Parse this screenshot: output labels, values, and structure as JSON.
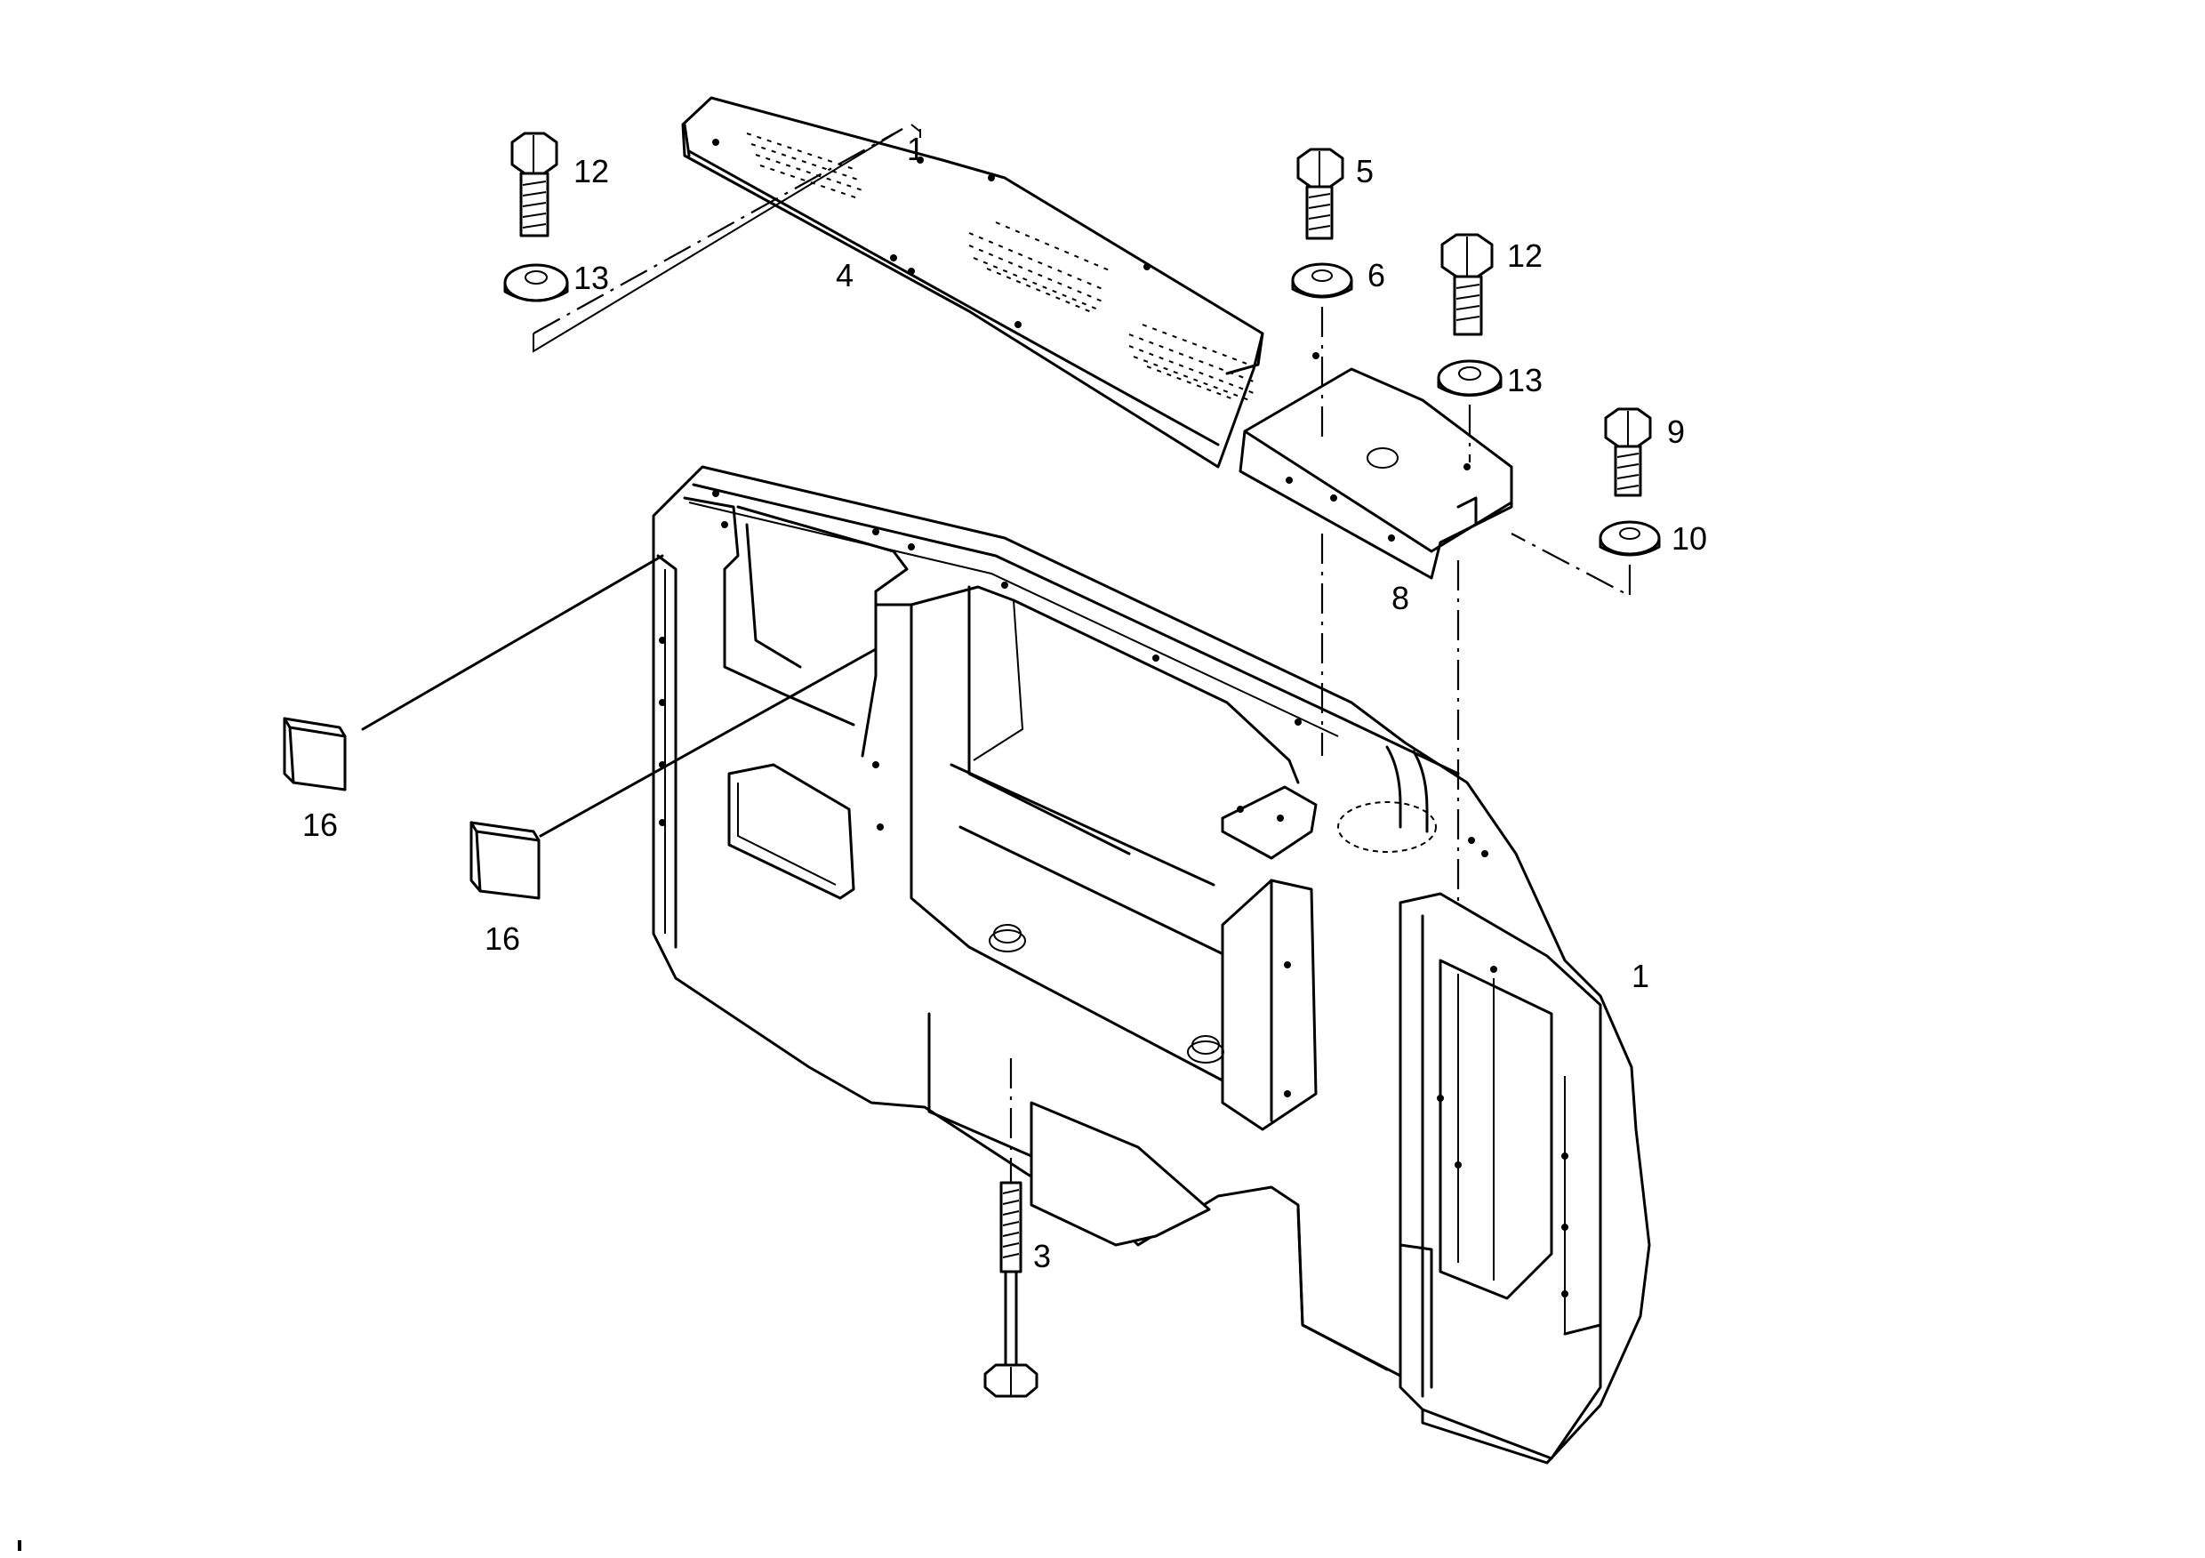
{
  "callouts": {
    "c1": "1",
    "c3": "3",
    "c4": "4",
    "c5": "5",
    "c6": "6",
    "c8": "8",
    "c9": "9",
    "c10": "10",
    "c12a": "12",
    "c12b": "12",
    "c13a": "13",
    "c13b": "13",
    "c16a": "16",
    "c16b": "16"
  },
  "colors": {
    "ink": "#000000",
    "paper": "#ffffff"
  }
}
